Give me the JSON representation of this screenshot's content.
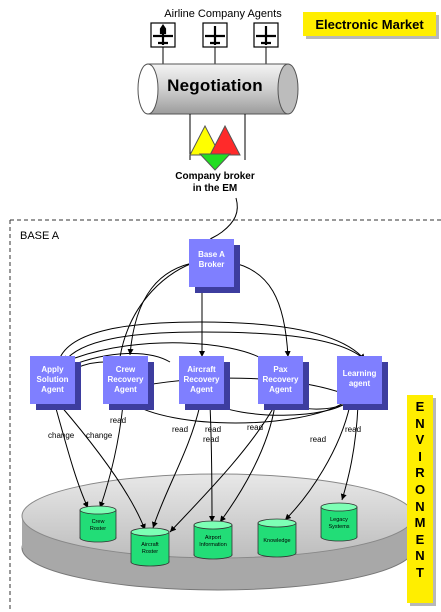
{
  "header": {
    "agents_title": "Airline Company Agents",
    "electronic_market": "Electronic Market"
  },
  "negotiation": {
    "label": "Negotiation"
  },
  "company_broker": {
    "line1": "Company broker",
    "line2": "in the EM"
  },
  "base": {
    "label": "BASE A"
  },
  "environment": {
    "letters": [
      "E",
      "N",
      "V",
      "I",
      "R",
      "O",
      "N",
      "M",
      "E",
      "N",
      "T"
    ]
  },
  "agents": {
    "broker": [
      "Base A",
      "Broker"
    ],
    "apply_solution": [
      "Apply",
      "Solution",
      "Agent"
    ],
    "crew_recovery": [
      "Crew",
      "Recovery",
      "Agent"
    ],
    "aircraft_recovery": [
      "Aircraft",
      "Recovery",
      "Agent"
    ],
    "pax_recovery": [
      "Pax",
      "Recovery",
      "Agent"
    ],
    "learning": [
      "Learning",
      "agent"
    ]
  },
  "edges": {
    "change": "change",
    "read": "read"
  },
  "databases": {
    "crew_roster": [
      "Crew",
      "Roster"
    ],
    "aircraft_roster": [
      "Aircraft",
      "Roster"
    ],
    "airport_information": [
      "Airport",
      "Information"
    ],
    "knowledge": [
      "Knowledge"
    ],
    "legacy_systems": [
      "Legacy",
      "Systems"
    ]
  },
  "colors": {
    "agent_fill": "#7f7fff",
    "agent_shadow": "#3d3d9f",
    "db_fill": "#22dd77",
    "platform": "#d6d6d6",
    "highlight": "#ffee00",
    "triangle_yellow": "#ffff00",
    "triangle_red": "#ff2a2a",
    "triangle_green": "#22dd22"
  },
  "icons": [
    "airplane-icon",
    "airplane-icon",
    "airplane-icon"
  ]
}
